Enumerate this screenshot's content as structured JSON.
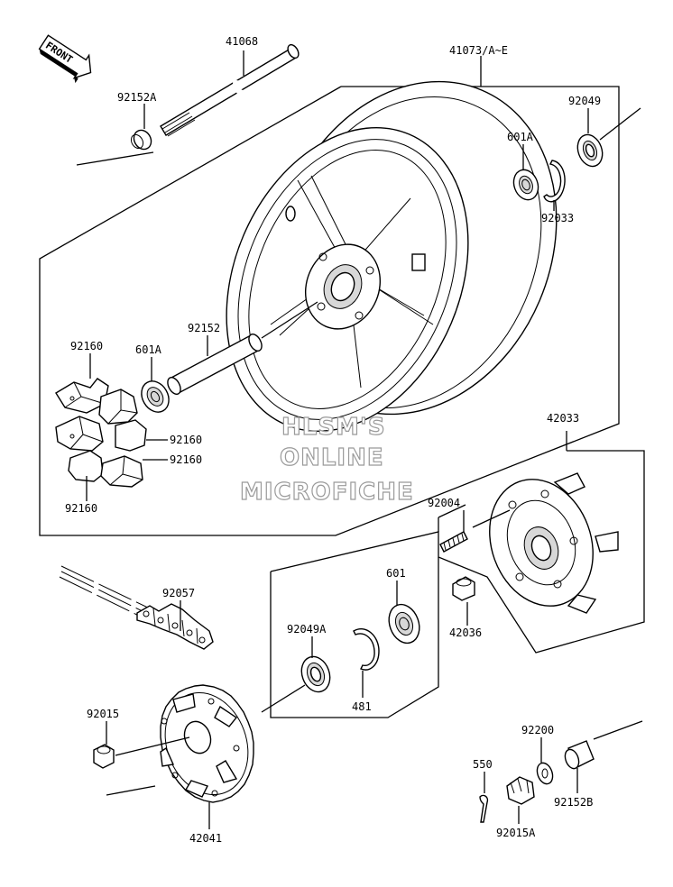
{
  "front_badge": "FRONT",
  "watermark": [
    "HLSM'S",
    "ONLINE",
    "MICROFICHE"
  ],
  "labels": {
    "p41068": "41068",
    "p41073": "41073/A~E",
    "p92152A": "92152A",
    "p92049": "92049",
    "p601A_top": "601A",
    "p92033": "92033",
    "p92160_a": "92160",
    "p601A_mid": "601A",
    "p92152": "92152",
    "p92160_b": "92160",
    "p92160_c": "92160",
    "p92160_d": "92160",
    "p42033": "42033",
    "p92004": "92004",
    "p601": "601",
    "p42036": "42036",
    "p92057": "92057",
    "p92049A": "92049A",
    "p481": "481",
    "p92015": "92015",
    "p42041": "42041",
    "p92200": "92200",
    "p550": "550",
    "p92152B": "92152B",
    "p92015A": "92015A"
  }
}
